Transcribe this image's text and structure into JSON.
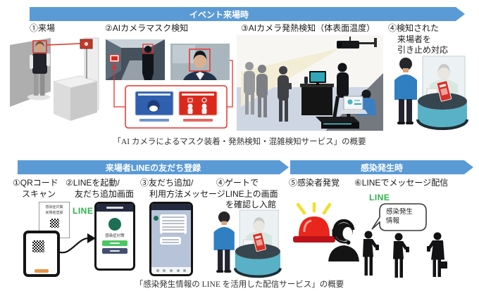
{
  "colors": {
    "banner_blue": "#5b9bd5",
    "line_green": "#2eb24c",
    "detection_box_red": "#e03127",
    "alert_red": "#e8261b",
    "counter_teal": "#58b1c6"
  },
  "top": {
    "banner": "イベント来場時",
    "steps": [
      "①来場",
      "②AIカメラマスク検知",
      "③AIカメラ発熱検知（体表面温度）",
      "④検知された\n来場者を\n引き止め対応"
    ],
    "caption": "「AI カメラによるマスク装着・発熱検知・混雑検知サービス」の概要"
  },
  "bottom": {
    "banner_left": "来場者LINEの友だち登録",
    "banner_right": "感染発生時",
    "steps": [
      "①QRコード\nスキャン",
      "②LINEを起動/\n友だち追加画面",
      "③友だち追加/\n利用方法メッセージ",
      "④ゲートで\nLINE上の画面\nを確認し入館",
      "⑤感染者発覚",
      "⑥LINEでメッセージ配信"
    ],
    "qr_card": "感染症対策\n来場者登録",
    "line_label_register": "LINE",
    "line_label_broadcast": "LINE",
    "friend_screen_name": "感染症対策",
    "bubble": "感染発生\n情報",
    "caption": "「感染発生情報の LINE を活用した配信サービス」の概要"
  }
}
